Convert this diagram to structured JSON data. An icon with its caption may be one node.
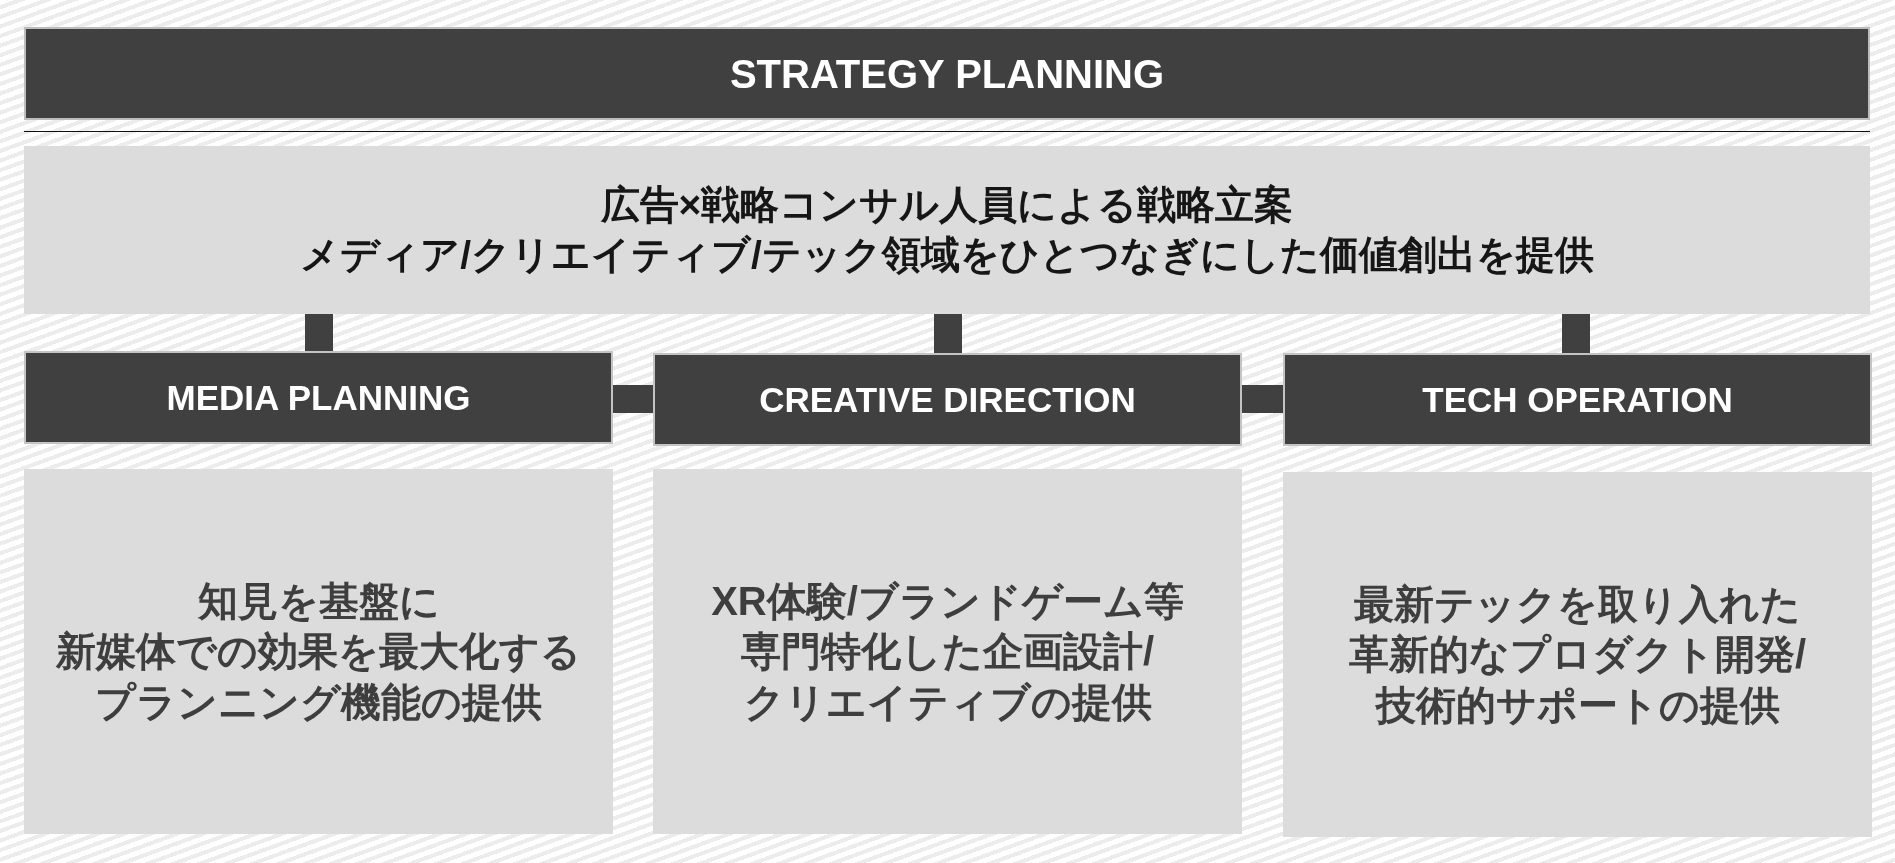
{
  "diagram": {
    "nodes": [
      {
        "text": [
          "STRATEGY PLANNING"
        ]
      },
      {
        "text": [
          "広告×戦略コンサル人員による戦略立案",
          "メディア/クリエイティブ/テック領域をひとつなぎにした価値創出を提供"
        ]
      },
      {
        "text": [
          "MEDIA PLANNING"
        ]
      },
      {
        "text": [
          "CREATIVE DIRECTION"
        ]
      },
      {
        "text": [
          "TECH OPERATION"
        ]
      },
      {
        "text": [
          "知見を基盤に新媒体での効果を最大化するプランニング機能の提供"
        ]
      },
      {
        "text": [
          "XR体験/ブランドゲーム等専門特化した企画設計/クリエイティブの提供"
        ]
      },
      {
        "text": [
          "最新テックを取り入れた革新的なプロダクト開発/技術的サポートの提供"
        ]
      }
    ],
    "edges": [
      {
        "from": 1,
        "to": 2,
        "arrow": "none"
      },
      {
        "from": 1,
        "to": 3,
        "arrow": "none"
      },
      {
        "from": 1,
        "to": 4,
        "arrow": "none"
      },
      {
        "from": 2,
        "to": 3,
        "arrow": "none"
      },
      {
        "from": 3,
        "to": 4,
        "arrow": "none"
      }
    ]
  }
}
